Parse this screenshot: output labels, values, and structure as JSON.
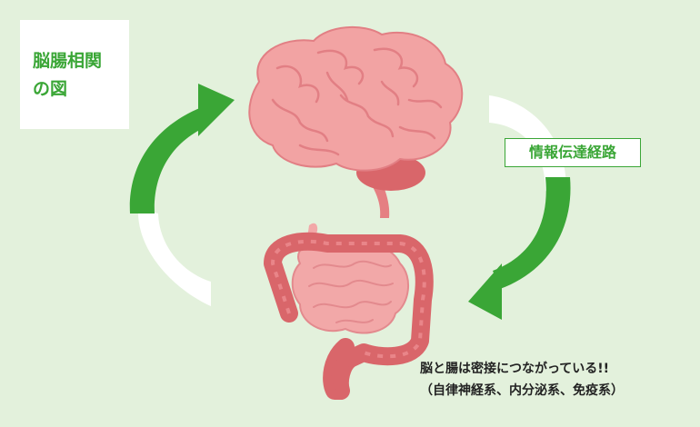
{
  "title": {
    "line1": "脳腸相関",
    "line2": "の図"
  },
  "pathway_label": "情報伝達経路",
  "caption": {
    "line1": "脳と腸は密接につながっている!!",
    "line2": "（自律神経系、内分泌系、免疫系）"
  },
  "colors": {
    "background": "#e3f1dc",
    "accent_green": "#3aa636",
    "brain_pink": "#f0a0a0",
    "intestine_red": "#d9666a"
  },
  "icons": {
    "brain": "brain-illustration",
    "intestines": "intestines-illustration",
    "arrow_up": "green-arrow-up-icon",
    "arrow_down": "green-arrow-down-icon"
  }
}
